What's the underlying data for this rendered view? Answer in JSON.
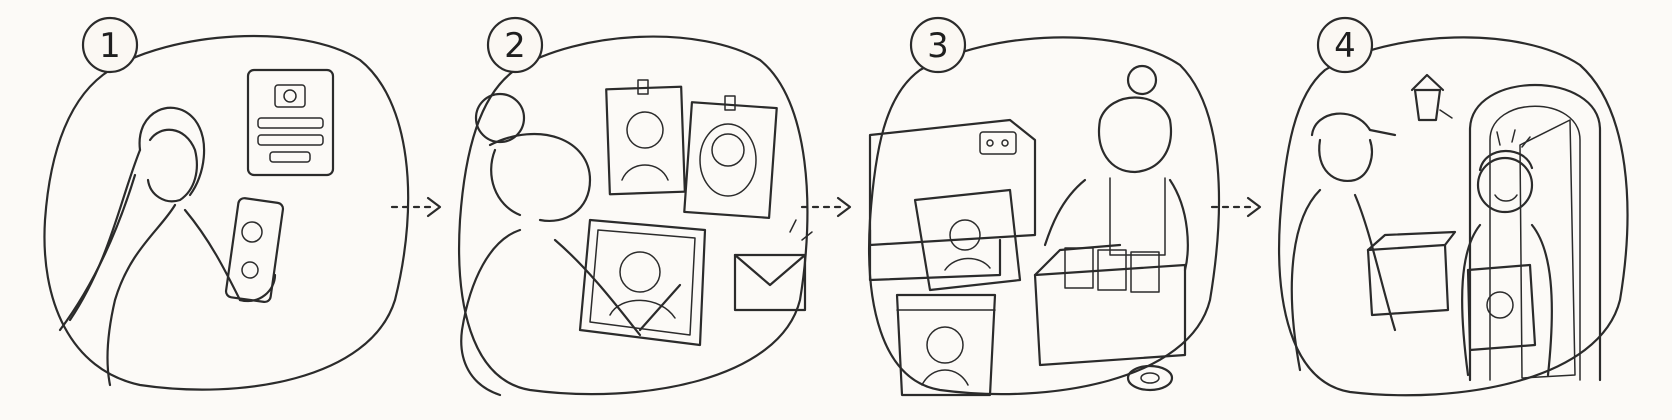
{
  "steps": [
    {
      "number": "1",
      "scene": "customer-uploads-photo"
    },
    {
      "number": "2",
      "scene": "artist-draws-portrait"
    },
    {
      "number": "3",
      "scene": "printing-and-packing"
    },
    {
      "number": "4",
      "scene": "delivery-to-child"
    }
  ],
  "colors": {
    "ink": "#2b2b2b",
    "background": "#fcfaf7"
  }
}
